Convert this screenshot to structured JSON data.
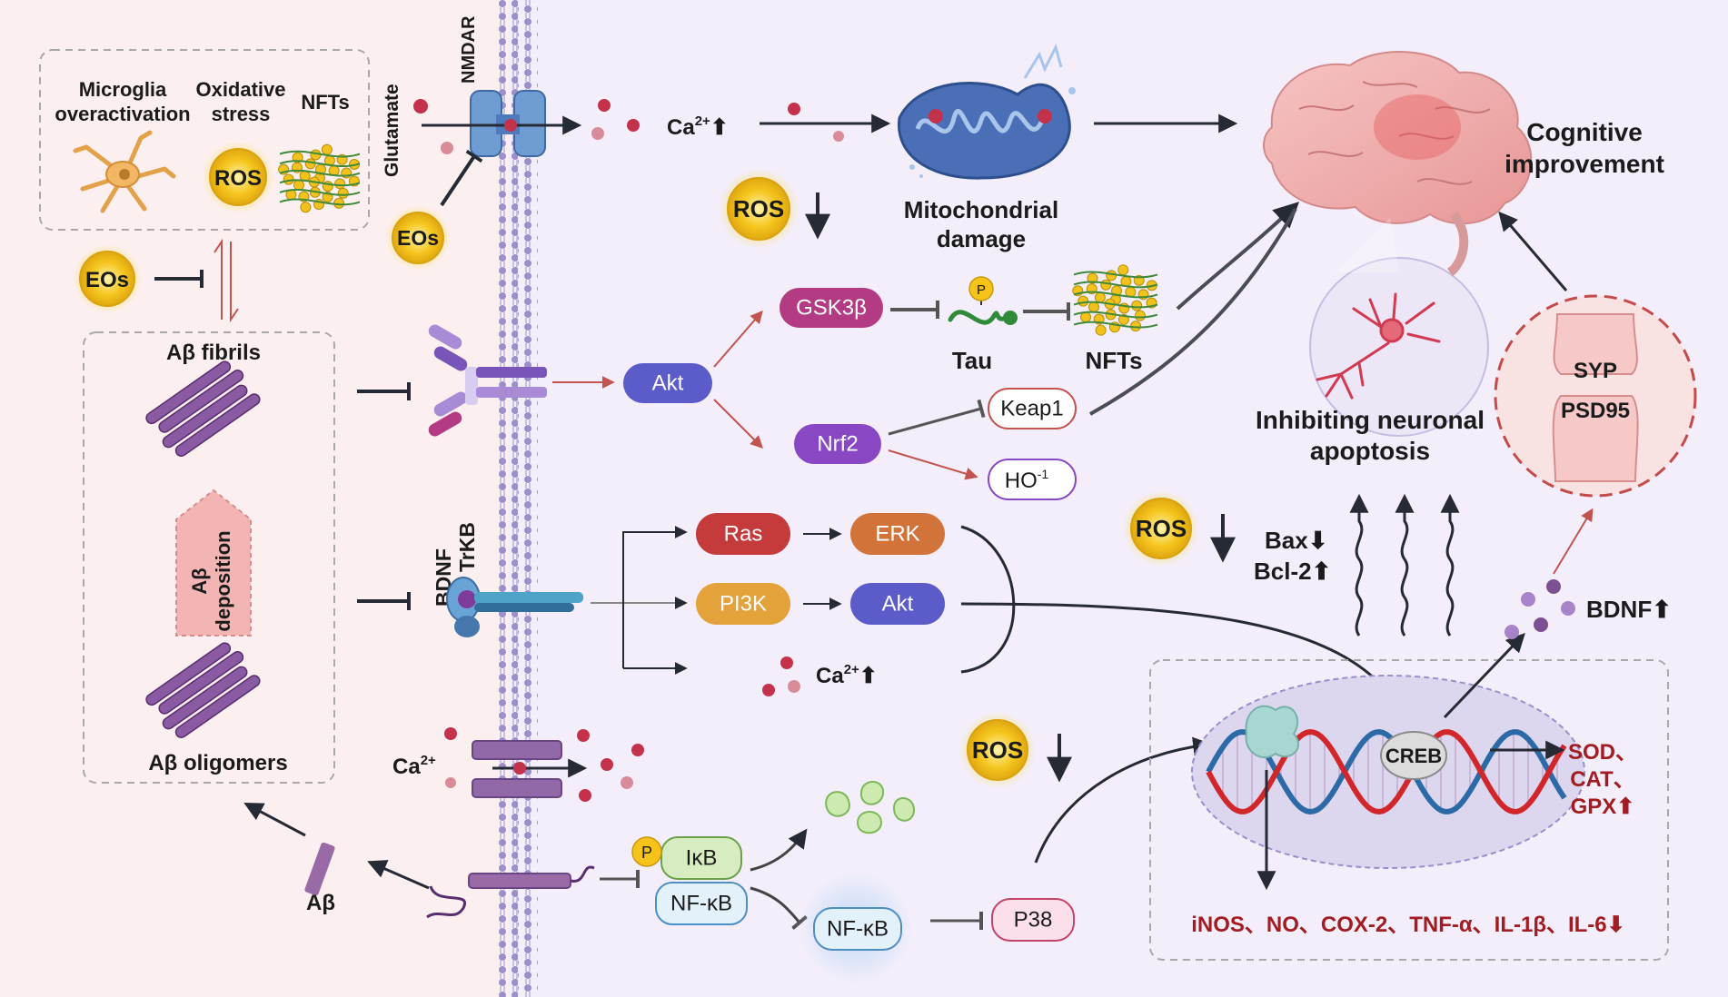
{
  "colors": {
    "left_panel_bg": "#fcefef",
    "right_panel_bg": "#f3eefa",
    "membrane": "#9a8dc9",
    "arrow_dark": "#262a35",
    "arrow_red": "#c2534f",
    "ros_yellow": "#f3c31c",
    "amyloid_purple": "#7d4f93",
    "dna_red": "#d1262a",
    "dna_blue": "#2b6aa6"
  },
  "left_top_box": {
    "microglia": [
      "Microglia",
      "overactivation"
    ],
    "oxidative": [
      "Oxidative",
      "stress"
    ],
    "nfts": "NFTs",
    "ros": "ROS"
  },
  "left": {
    "eos": "EOs",
    "ab_fibrils": "Aβ fibrils",
    "ab_deposition": [
      "Aβ",
      "deposition"
    ],
    "ab_oligomers": "Aβ oligomers",
    "ab": "Aβ"
  },
  "membrane_labels": {
    "glutamate": "Glutamate",
    "nmdar": "NMDAR",
    "eos": "EOs",
    "bdnf": "BDNF",
    "trkb": "TrKB",
    "ca_oligo": "Ca",
    "ca_sup": "2+"
  },
  "top": {
    "ca_label": "Ca",
    "ca_sup": "2+",
    "ca_arrow": "⬆",
    "ros": "ROS",
    "mito": [
      "Mitochondrial",
      "damage"
    ]
  },
  "akt_pathway": {
    "akt": "Akt",
    "gsk3b": "GSK3β",
    "p": "P",
    "tau": "Tau",
    "nfts": "NFTs",
    "nrf2": "Nrf2",
    "keap1": "Keap1",
    "ho_label": "HO",
    "ho_sup": "-1"
  },
  "trkb_pathway": {
    "ras": "Ras",
    "erk": "ERK",
    "pi3k": "PI3K",
    "akt": "Akt",
    "ca_label": "Ca",
    "ca_sup": "2+",
    "ca_arrow": "⬆"
  },
  "nfkb_pathway": {
    "p": "P",
    "ikb": "IκB",
    "nfkb": "NF-κB",
    "nfkb2": "NF-κB",
    "p38": "P38"
  },
  "right": {
    "cognitive": [
      "Cognitive",
      "improvement"
    ],
    "inhibit": [
      "Inhibiting neuronal",
      "apoptosis"
    ],
    "syp": "SYP",
    "psd95": "PSD95",
    "ros_mid": "ROS",
    "bax": "Bax⬇",
    "bcl2": "Bcl-2⬆",
    "bdnf_up": "BDNF⬆",
    "ros_low": "ROS",
    "creb": "CREB",
    "antiox": [
      "SOD、",
      "CAT、",
      "GPX⬆"
    ],
    "inflam": "iNOS、NO、COX-2、TNF-α、IL-1β、IL-6⬇"
  }
}
